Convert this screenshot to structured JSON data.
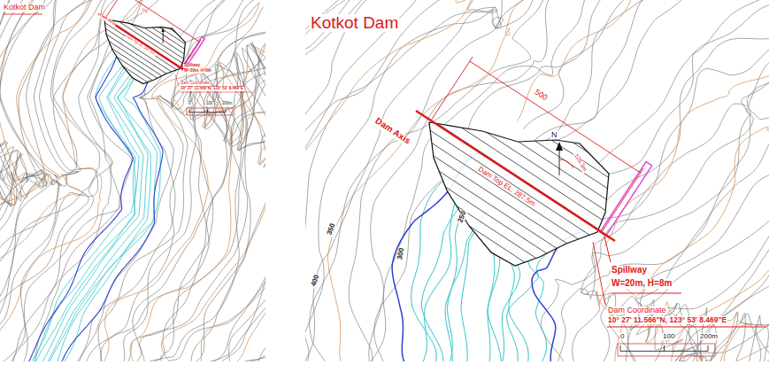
{
  "diagram": {
    "labels": [
      "Kotkot Dam",
      "500",
      "Dam Axis",
      "Dam Top EL. 287.5m",
      "Spillway",
      "W=20m, H=8m",
      "Dam Coordinate",
      "10° 27' 11.566\"N, 123° 53' 8.469\"E",
      "0",
      "100",
      "200m",
      "Kotkot Dam",
      "500",
      "Dam Axis",
      "Dam Top EL. 287.5m",
      "N",
      "125.3m",
      "Spillway",
      "W=20m, H=8m",
      "Dam Coordinate",
      "10° 27' 11.566\"N, 123° 53' 8.469\"E",
      "0",
      "100",
      "200m",
      "350",
      "300",
      "250",
      "400"
    ]
  }
}
